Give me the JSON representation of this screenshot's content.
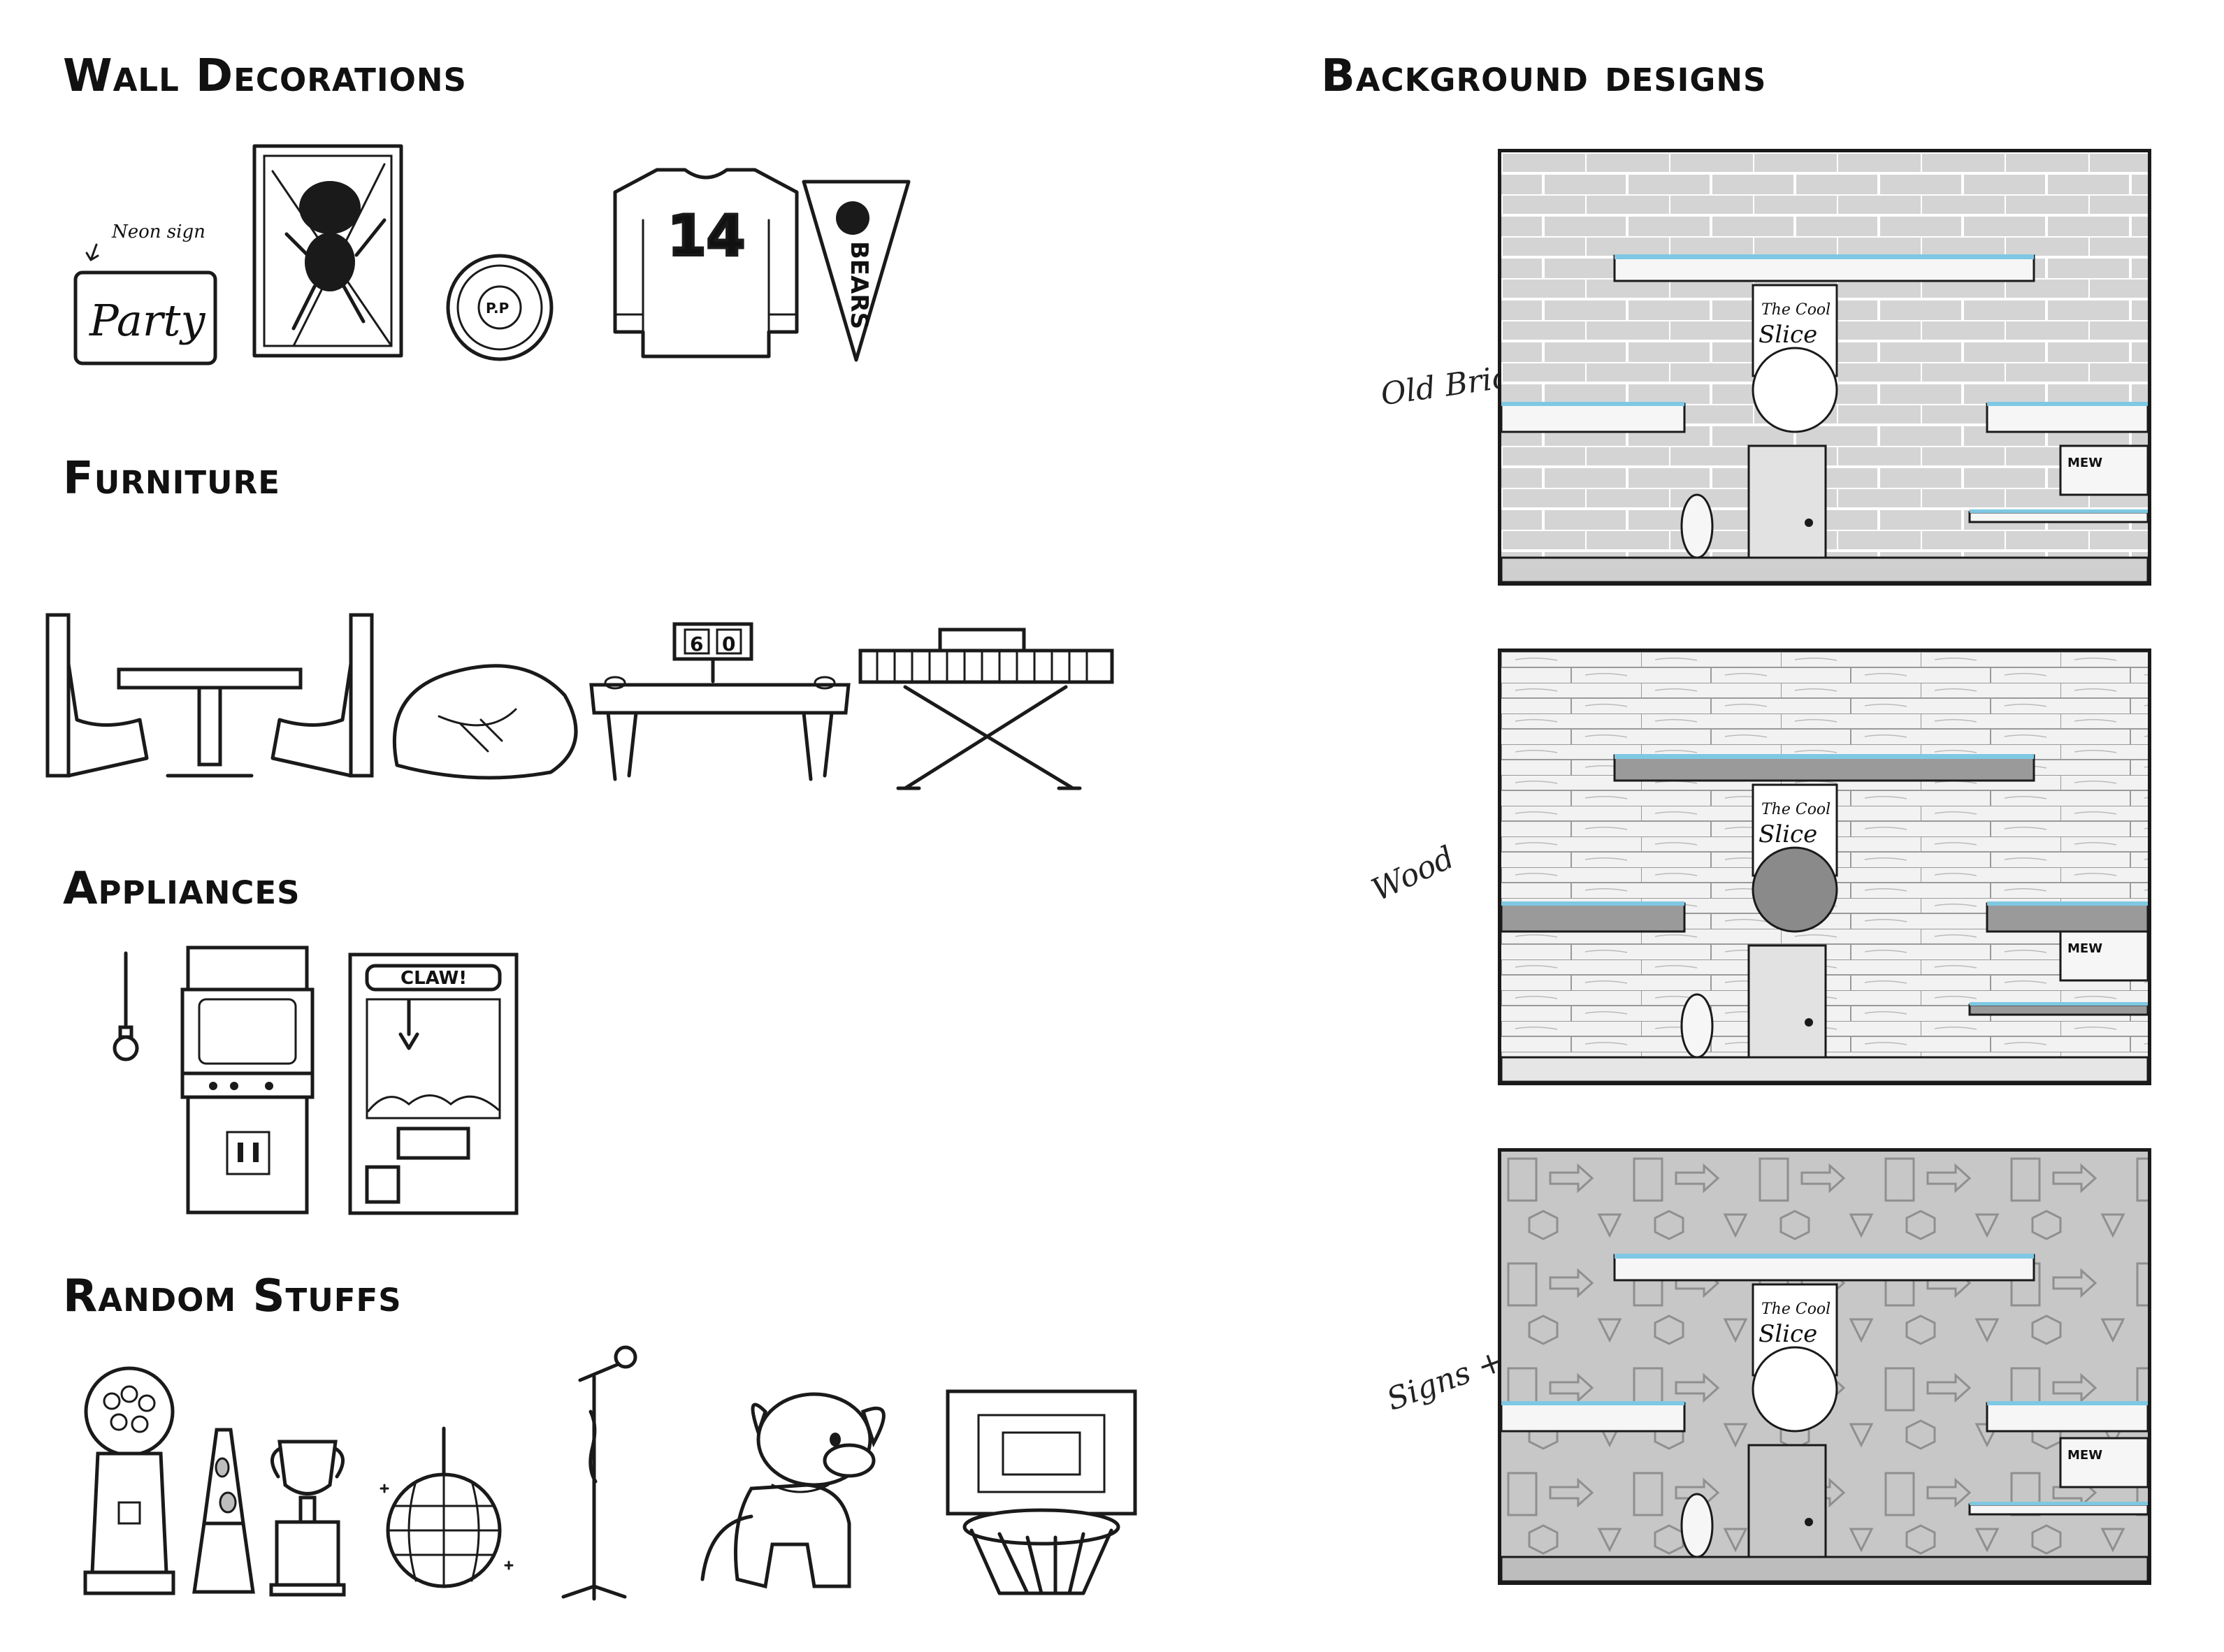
{
  "sections": {
    "wall_decorations": {
      "title": "Wall Decorations",
      "neon_note": "Neon sign",
      "neon_text": "Party",
      "jersey_number": "14",
      "pennant_text": "BEARS",
      "record_text": "P.P"
    },
    "furniture": {
      "title": "Furniture",
      "score_left": "6",
      "score_right": "0"
    },
    "appliances": {
      "title": "Appliances",
      "claw_label": "CLAW!"
    },
    "random_stuffs": {
      "title": "Random Stuffs"
    }
  },
  "background_designs": {
    "title": "Background designs",
    "panels": [
      {
        "note": "Old Brick",
        "pattern": "brick",
        "base_color": "#d4d4d4"
      },
      {
        "note": "Wood",
        "pattern": "wood",
        "base_color": "#f2f2f2"
      },
      {
        "note": "Signs + posters?",
        "pattern": "signs",
        "base_color": "#c7c7c7"
      }
    ],
    "banner_line1": "The Cool",
    "banner_line2": "Slice",
    "menu_label": "MEW",
    "accent_color": "#7ec8e3"
  }
}
